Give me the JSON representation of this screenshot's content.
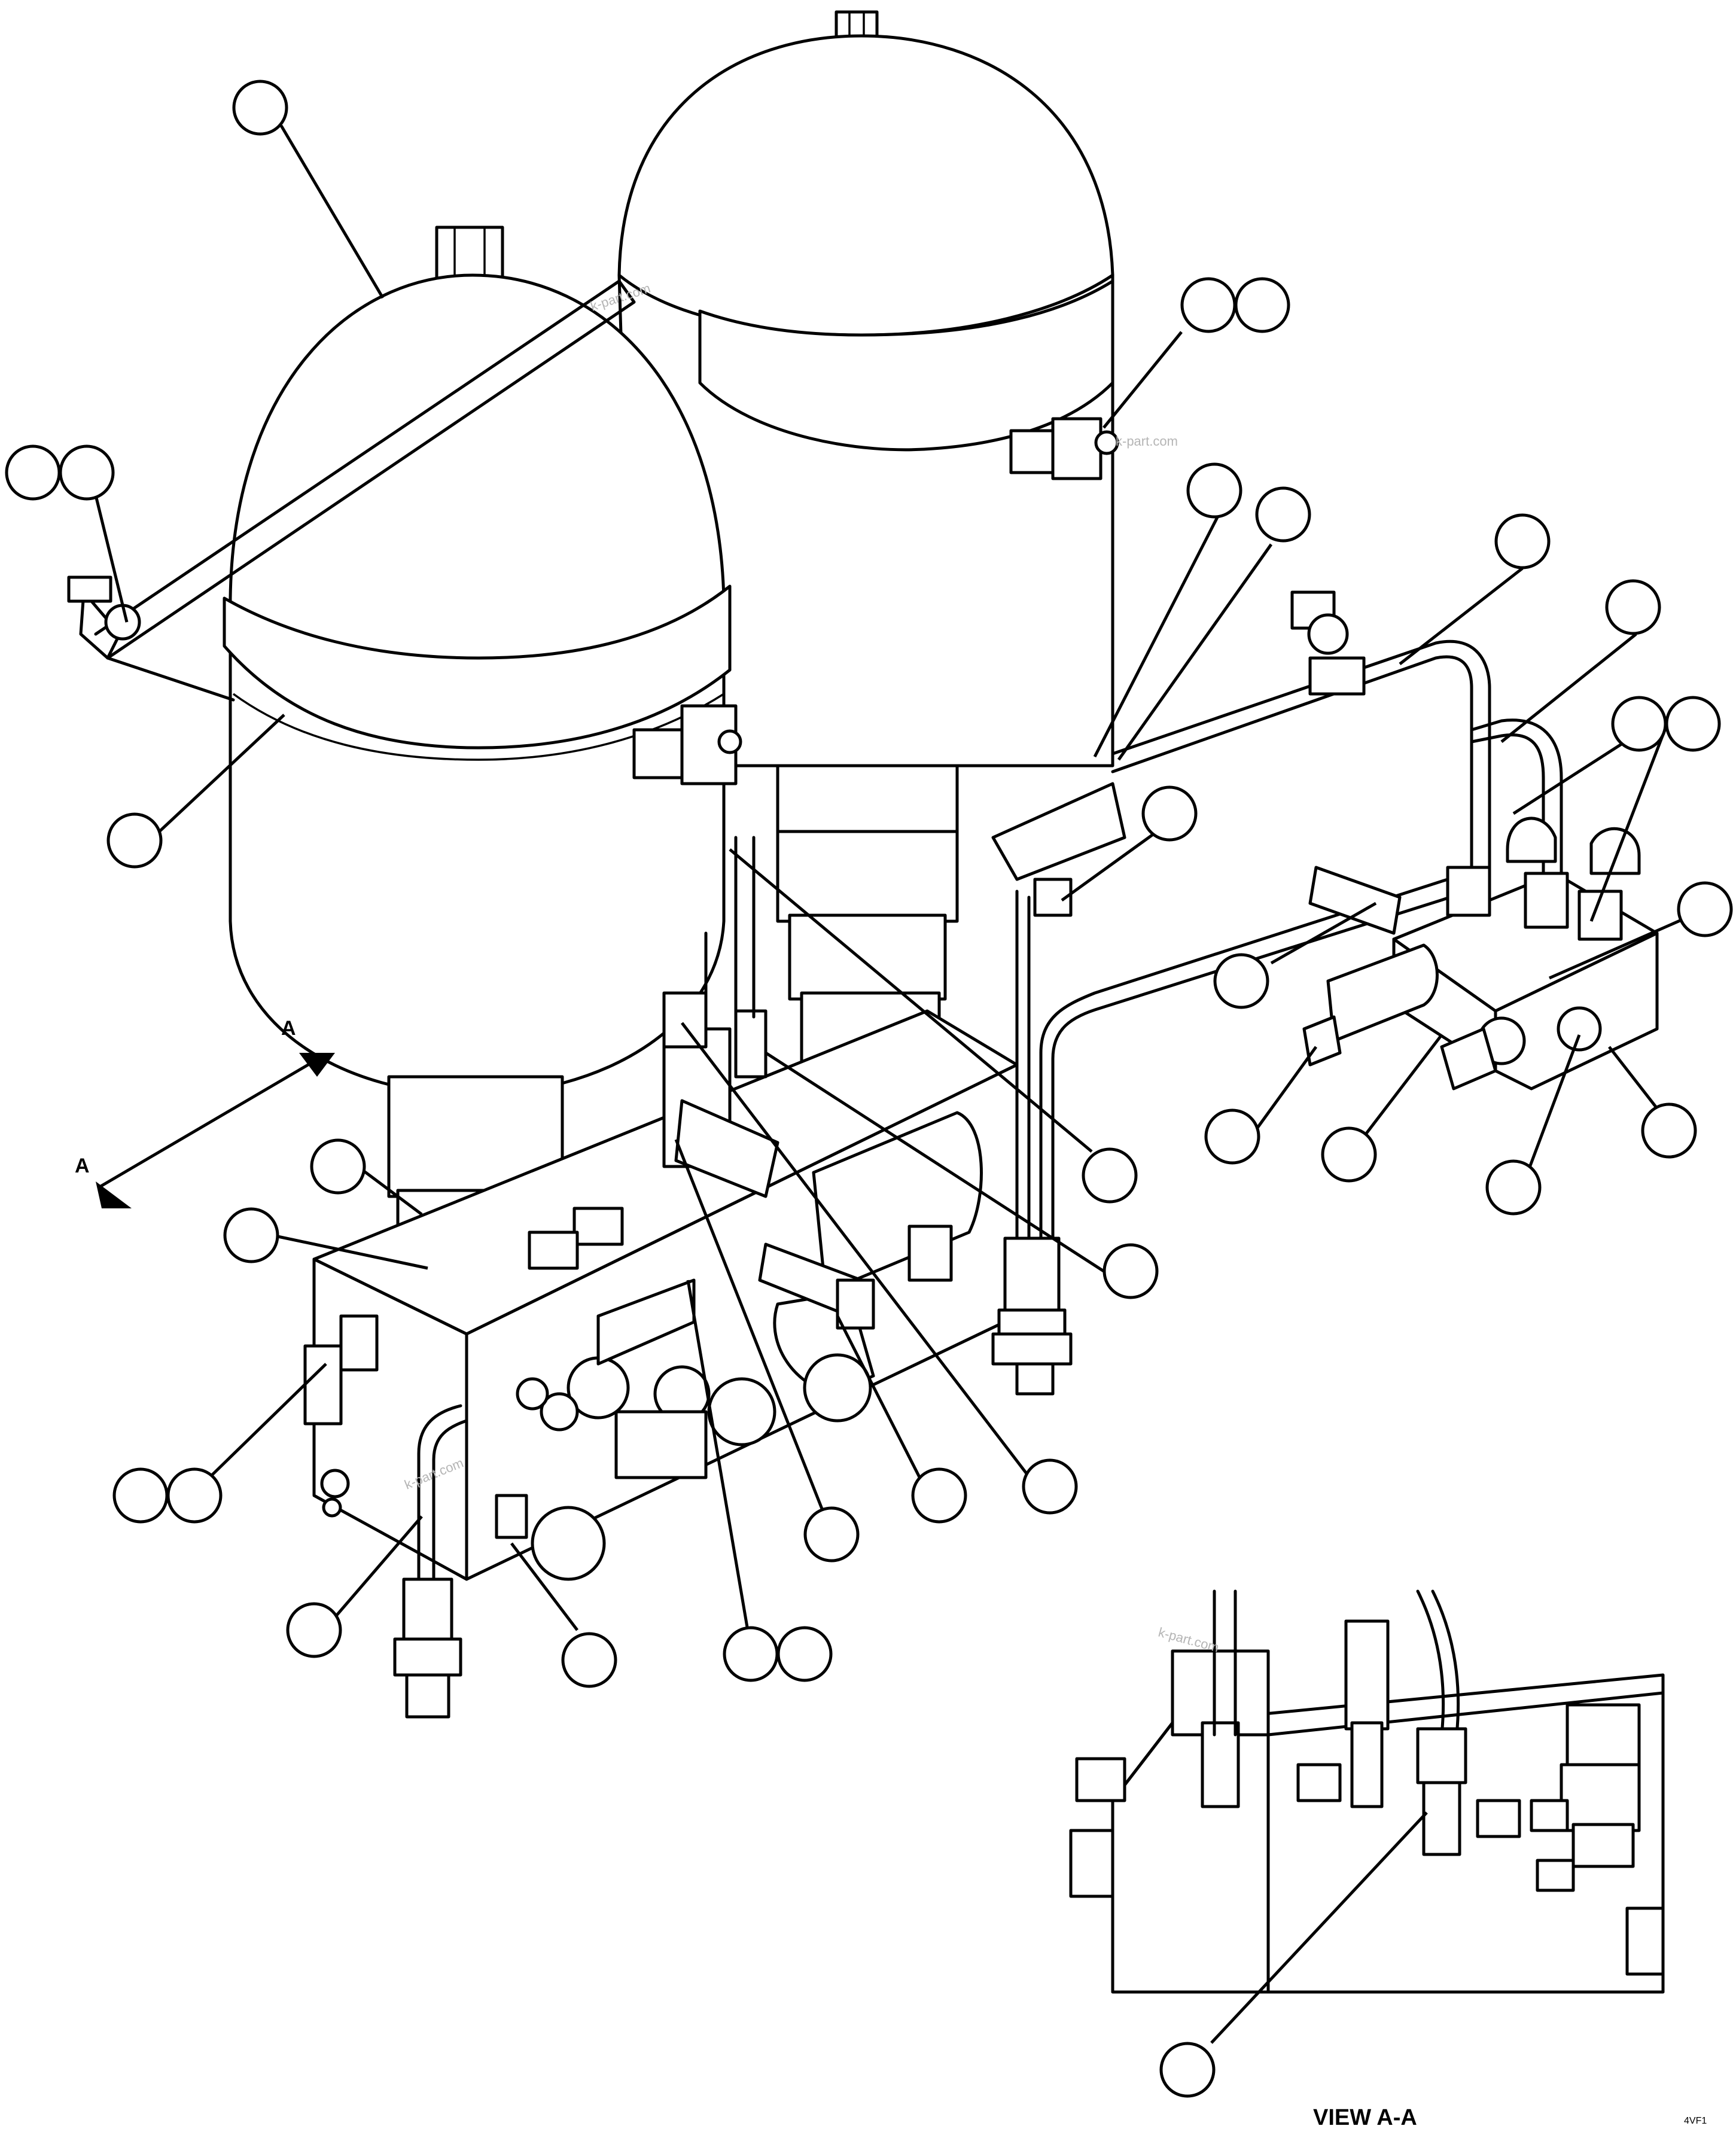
{
  "watermark_text": "k-part.com",
  "view_title": "VIEW A-A",
  "section_labels": [
    "A",
    "A"
  ],
  "figure_code": "4VF1"
}
